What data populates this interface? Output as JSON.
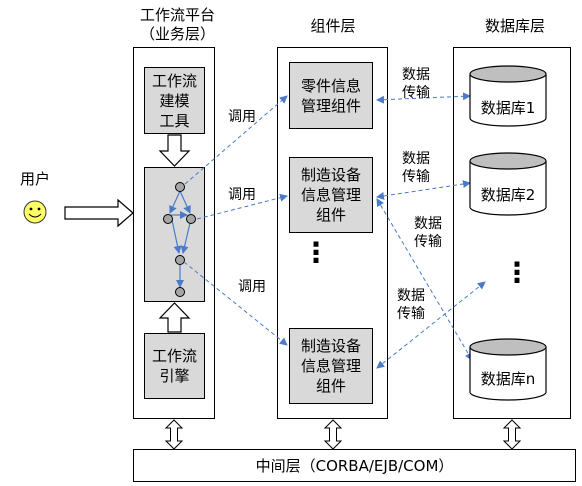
{
  "columns": {
    "platform_title_1": "工作流平台",
    "platform_title_2": "（业务层）",
    "component_title": "组件层",
    "database_title": "数据库层"
  },
  "user": {
    "label": "用户",
    "icon": "smiley-face-icon"
  },
  "platform": {
    "modeling_tool": [
      "工作流",
      "建模",
      "工具"
    ],
    "engine": [
      "工作流",
      "引擎"
    ]
  },
  "components": {
    "part_info": [
      "零件信息",
      "管理组件"
    ],
    "equip_info_1": [
      "制造设备",
      "信息管理",
      "组件"
    ],
    "equip_info_2": [
      "制造设备",
      "信息管理",
      "组件"
    ],
    "ellipsis": "⋮"
  },
  "databases": {
    "db1": "数据库1",
    "db2": "数据库2",
    "dbn": "数据库n",
    "ellipsis": "⋮"
  },
  "edge_labels": {
    "call_1": "调用",
    "call_2": "调用",
    "call_3": "调用",
    "transfer_1": [
      "数据",
      "传输"
    ],
    "transfer_2": [
      "数据",
      "传输"
    ],
    "transfer_3": [
      "数据",
      "传输"
    ],
    "transfer_4": [
      "数据",
      "传输"
    ]
  },
  "middleware": {
    "label": "中间层（CORBA/EJB/COM）"
  },
  "colors": {
    "arrow_blue": "#4a7ac8",
    "box_gray": "#d9d9d9"
  }
}
